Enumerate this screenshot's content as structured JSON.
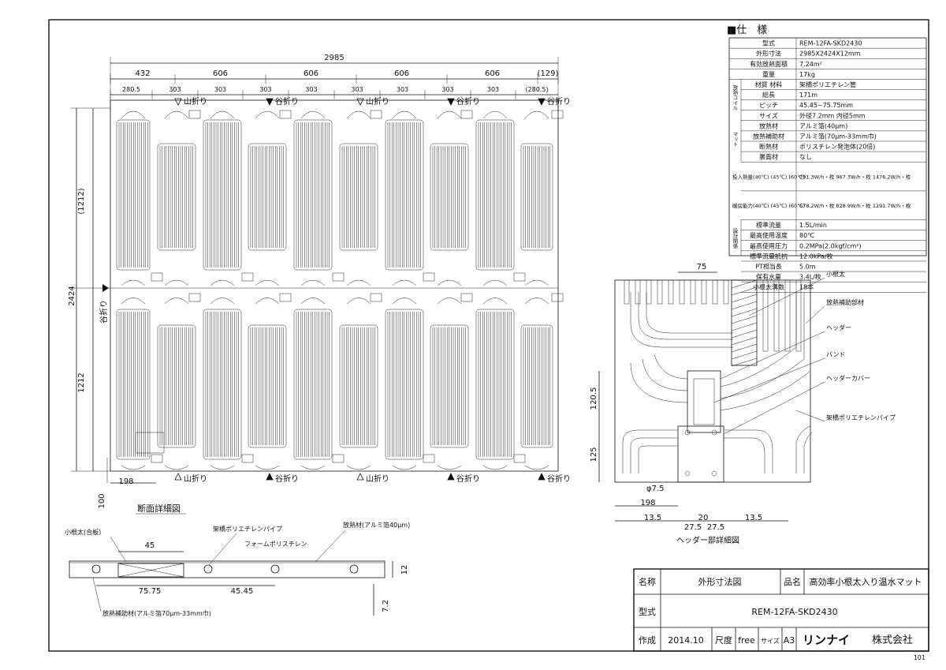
{
  "spec": {
    "heading": "■仕　様",
    "rows": [
      {
        "cat": "",
        "label": "型式",
        "value": "REM-12FA-SKD2430"
      },
      {
        "cat": "",
        "label": "外形寸法",
        "value": "2985X2424X12mm"
      },
      {
        "cat": "",
        "label": "有効放熱面積",
        "value": "7.24m²"
      },
      {
        "cat": "",
        "label": "重量",
        "value": "17kg"
      },
      {
        "cat": "放熱コイル",
        "label": "材質 材料",
        "value": "架橋ポリエチレン管"
      },
      {
        "cat": "",
        "label": "総長",
        "value": "171m"
      },
      {
        "cat": "",
        "label": "ピッチ",
        "value": "45.45~75.75mm"
      },
      {
        "cat": "",
        "label": "サイズ",
        "value": "外径7.2mm 内径5mm"
      },
      {
        "cat": "マット",
        "label": "放熱材",
        "value": "アルミ箔(40μm)"
      },
      {
        "cat": "",
        "label": "放熱補助材",
        "value": "アルミ箔(70μm-33mm巾)"
      },
      {
        "cat": "",
        "label": "断熱材",
        "value": "ポリスチレン発泡体(20倍)"
      },
      {
        "cat": "",
        "label": "裏面材",
        "value": "なし"
      },
      {
        "cat": "",
        "label": "投入熱量(40℃) (45℃) (60℃)",
        "value": "791.3W/h・枚 967.3W/h・枚 1476.2W/h・枚"
      },
      {
        "cat": "",
        "label": "暖房能力(40℃) (45℃) (60℃)",
        "value": "678.2W/h・枚 828.9W/h・枚 1291.7W/h・枚"
      },
      {
        "cat": "設計関係",
        "label": "標準流量",
        "value": "1.5L/min"
      },
      {
        "cat": "",
        "label": "最高使用温度",
        "value": "80℃"
      },
      {
        "cat": "",
        "label": "最高使用圧力",
        "value": "0.2MPa(2.0kgf/cm²)"
      },
      {
        "cat": "",
        "label": "標準流量抵抗",
        "value": "12.0kPa/枚"
      },
      {
        "cat": "",
        "label": "PT相当長",
        "value": "5.0m"
      },
      {
        "cat": "",
        "label": "保有水量",
        "value": "3.4L/枚"
      },
      {
        "cat": "",
        "label": "小根太溝数",
        "value": "18本"
      }
    ]
  },
  "plan": {
    "overall_width": "2985",
    "segments_top": [
      "432",
      "606",
      "606",
      "606",
      "606",
      "(129)"
    ],
    "segments_sub": [
      "280.5",
      "303",
      "303",
      "303",
      "303",
      "303",
      "303",
      "303",
      "303",
      "(280.5)"
    ],
    "height_total": "2424",
    "height_upper": "(1212)",
    "height_lower": "1212",
    "left_fold_label": "谷折り",
    "bottom_left_dim": "198",
    "bottom_left_dim2": "100",
    "fold_labels_top": [
      "山折り",
      "谷折り",
      "山折り",
      "谷折り",
      "谷折り"
    ],
    "fold_labels_bottom": [
      "山折り",
      "谷折り",
      "山折り",
      "谷折り",
      "谷折り"
    ]
  },
  "section": {
    "title": "断面詳細図",
    "label_joist": "小根太(合板)",
    "label_pipe": "架橋ポリエチレンパイプ",
    "label_foam": "フォームポリスチレン",
    "label_alu": "放熱材(アルミ箔40μm)",
    "label_aux": "放熱補助材(アルミ箔70μm-33mm巾)",
    "dim_45": "45",
    "dim_7575": "75.75",
    "dim_4545": "45.45",
    "dim_12": "12",
    "dim_72": "7.2"
  },
  "header_detail": {
    "title": "ヘッダー部詳細図",
    "label_joist": "小根太",
    "label_aux": "放熱補助部材",
    "label_header": "ヘッダー",
    "label_band": "バンド",
    "label_cover": "ヘッダーカバー",
    "label_pipe": "架橋ポリエチレンパイプ",
    "dim_75": "75",
    "dim_1205": "120.5",
    "dim_125": "125",
    "dim_phi": "φ7.5",
    "dim_198": "198",
    "dim_135a": "13.5",
    "dim_275a": "27.5",
    "dim_20": "20",
    "dim_275b": "27.5",
    "dim_135b": "13.5"
  },
  "title_block": {
    "name_label": "名称",
    "name_value": "外形寸法図",
    "product_label": "品名",
    "product_value": "高効率小根太入り温水マット",
    "model_label": "型式",
    "model_value": "REM-12FA-SKD2430",
    "made_label": "作成",
    "made_value": "2014.10",
    "scale_label": "尺度",
    "scale_value": "free",
    "size_label": "サイズ",
    "size_value": "A3",
    "company_brand": "リンナイ",
    "company_suffix": "株式会社"
  },
  "sheet_no": "101"
}
